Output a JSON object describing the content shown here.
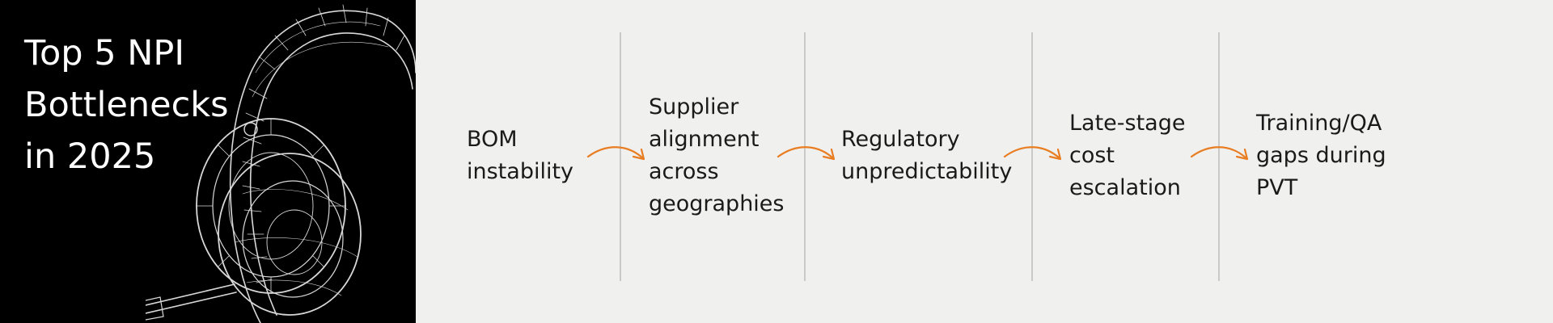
{
  "hero": {
    "title": "Top 5 NPI\nBottlenecks\nin 2025",
    "illustration_icon": "wireframe-headset-icon"
  },
  "steps": [
    {
      "label": "BOM\ninstability"
    },
    {
      "label": "Supplier\nalignment\nacross\ngeographies"
    },
    {
      "label": "Regulatory\nunpredictability"
    },
    {
      "label": "Late-stage\ncost\nescalation"
    },
    {
      "label": "Training/QA\ngaps during\nPVT"
    }
  ],
  "colors": {
    "hero_background": "#000000",
    "page_background": "#f0f0ef",
    "arrow": "#e87d22",
    "divider": "#c7cac8",
    "text": "#1a1a1a"
  }
}
